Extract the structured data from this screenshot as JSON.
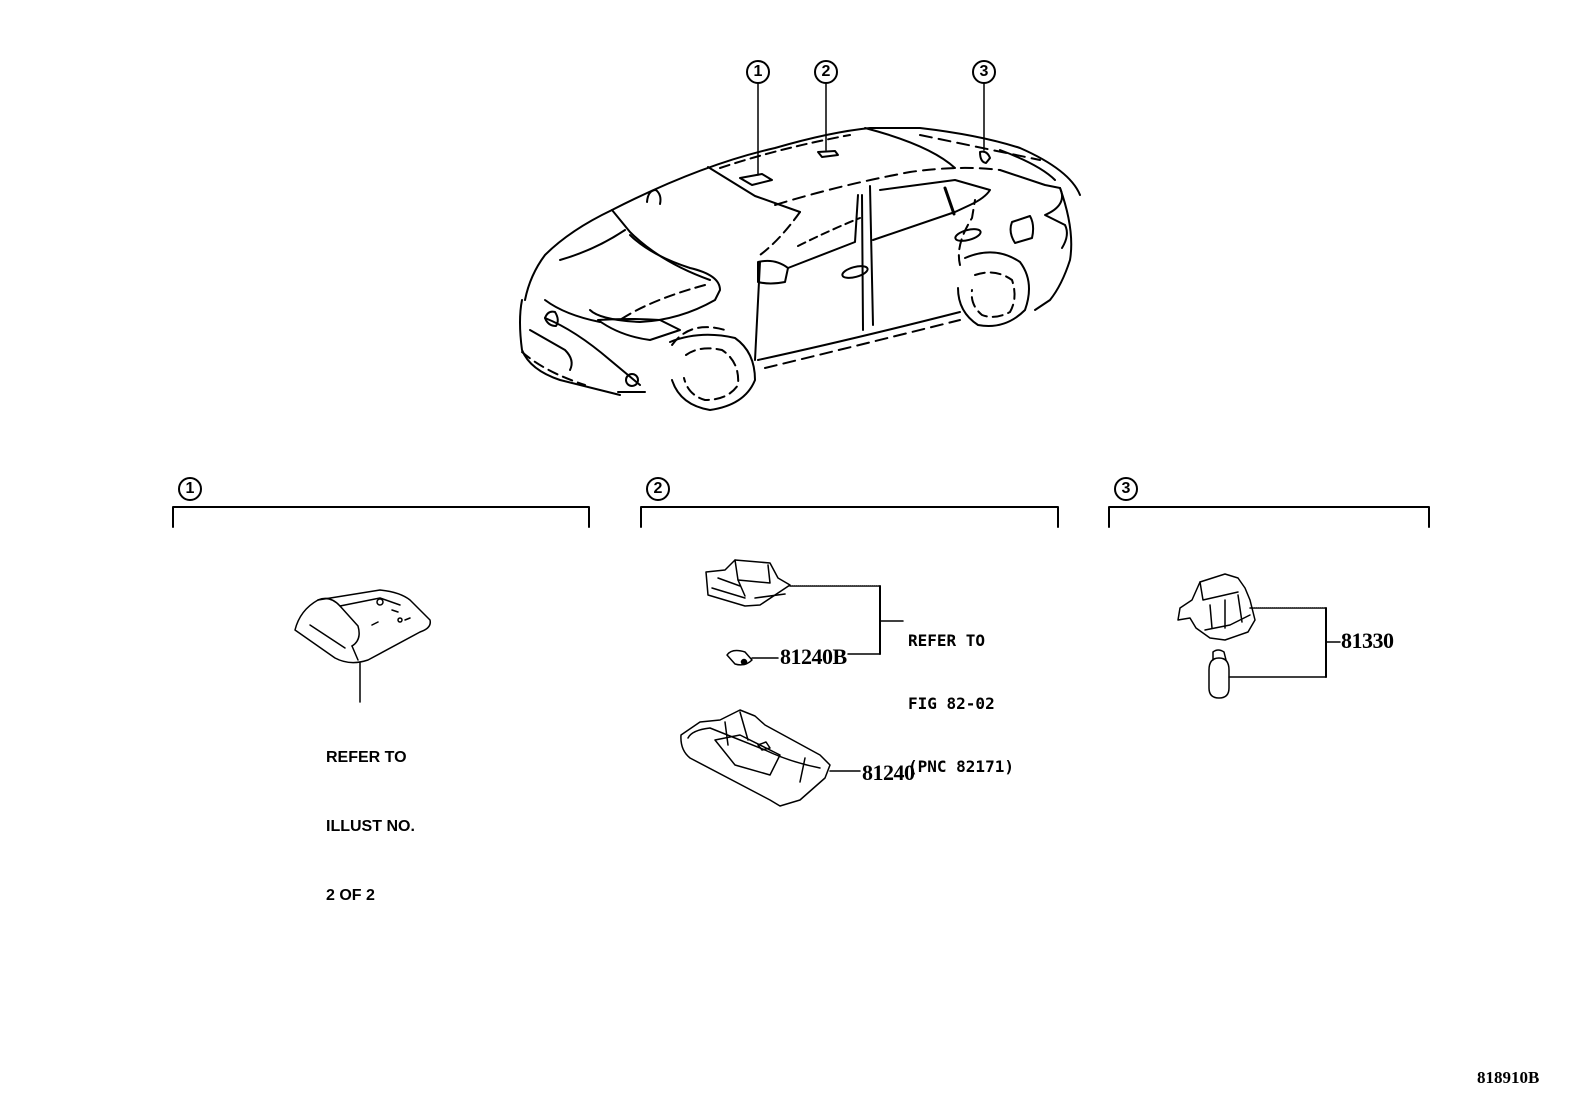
{
  "diagram": {
    "type": "parts-catalog-illustration",
    "overview": {
      "subject": "sedan-vehicle-outline",
      "callouts": [
        {
          "marker": "1",
          "location": "front roof (map lamp)"
        },
        {
          "marker": "2",
          "location": "center roof (room lamp)"
        },
        {
          "marker": "3",
          "location": "rear (luggage compartment lamp)"
        }
      ]
    },
    "sections": [
      {
        "marker": "1",
        "reference_note": [
          "REFER TO",
          "ILLUST NO.",
          "2 OF 2"
        ],
        "parts": []
      },
      {
        "marker": "2",
        "reference_note": [
          "REFER TO",
          "FIG 82-02",
          "(PNC 82171)"
        ],
        "parts": [
          {
            "part_number": "81240B",
            "description": "bulb"
          },
          {
            "part_number": "81240",
            "description": "room lamp assembly"
          }
        ]
      },
      {
        "marker": "3",
        "reference_note": [],
        "parts": [
          {
            "part_number": "81330",
            "description": "luggage compartment lamp socket and bulb"
          }
        ]
      }
    ],
    "illustration_code": "818910B"
  }
}
